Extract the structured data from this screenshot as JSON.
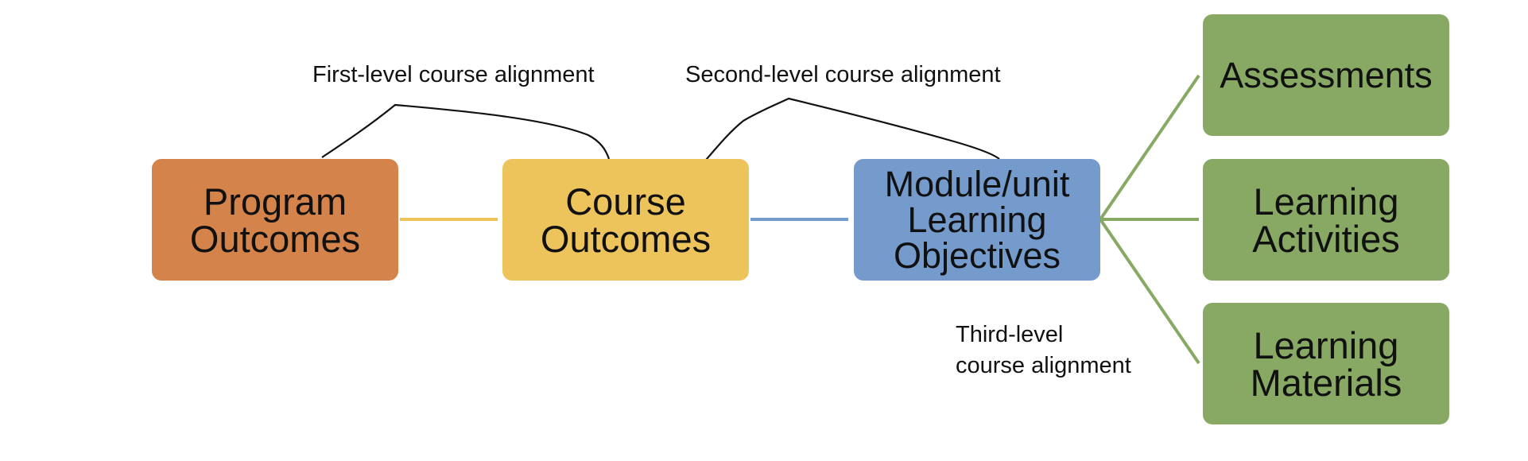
{
  "colors": {
    "program": "#D4834B",
    "course": "#EDC35B",
    "module": "#759BCD",
    "green": "#88A964",
    "connector_yellow": "#EDC35B",
    "connector_blue": "#759BCD",
    "connector_green": "#88A964",
    "bracket": "#111111"
  },
  "nodes": {
    "program": "Program\nOutcomes",
    "course": "Course\nOutcomes",
    "module": "Module/unit\nLearning\nObjectives",
    "assessments": "Assessments",
    "activities": "Learning\nActivities",
    "materials": "Learning\nMaterials"
  },
  "labels": {
    "first_level": "First-level course alignment",
    "second_level": "Second-level course alignment",
    "third_level": "Third-level\ncourse alignment"
  }
}
